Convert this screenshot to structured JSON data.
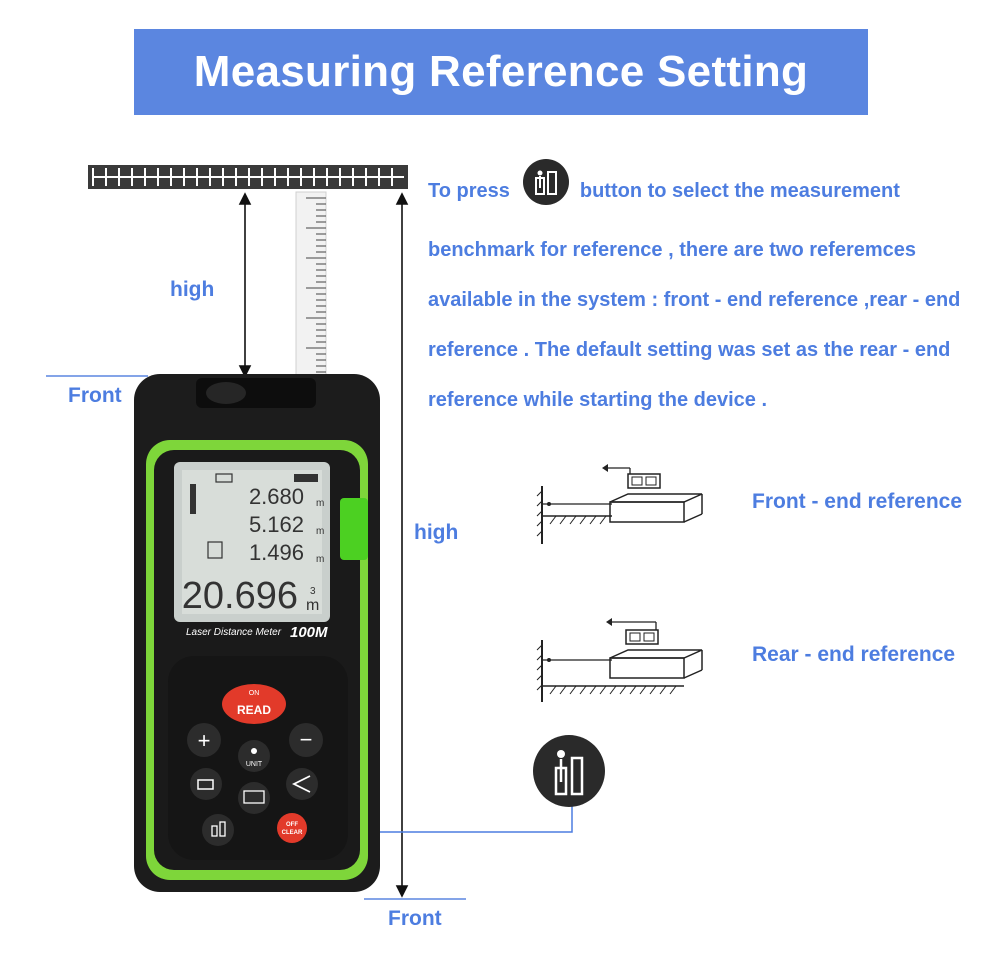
{
  "title": "Measuring Reference Setting",
  "description": {
    "before_icon": "To press",
    "after_icon": "button to select the measurement benchmark for reference , there are two referemces available in the system : front - end reference ,rear - end reference . The default setting was set as the rear - end reference while starting the device ."
  },
  "labels": {
    "high_left": "high",
    "front_left": "Front",
    "high_right": "high",
    "front_bottom": "Front"
  },
  "references": {
    "front": "Front - end reference",
    "rear": "Rear - end reference"
  },
  "device": {
    "display": {
      "line1": "2.680",
      "line2": "5.162",
      "line3": "1.496",
      "main": "20.696",
      "unit": "m",
      "unit_sup": "3"
    },
    "brand_text": "Laser Distance Meter",
    "model": "100M",
    "buttons": {
      "on": "ON",
      "read": "READ",
      "plus": "+",
      "minus": "−",
      "unit": "UNIT",
      "off": "OFF",
      "clear": "CLEAR"
    }
  },
  "colors": {
    "accent": "#5b86e0",
    "text_blue": "#4d7de0",
    "device_green": "#7ed63a",
    "device_body": "#1c1c1c",
    "read_button": "#e23a2a"
  },
  "icons": [
    "reference-button-icon",
    "front-end-reference-diagram",
    "rear-end-reference-diagram"
  ]
}
